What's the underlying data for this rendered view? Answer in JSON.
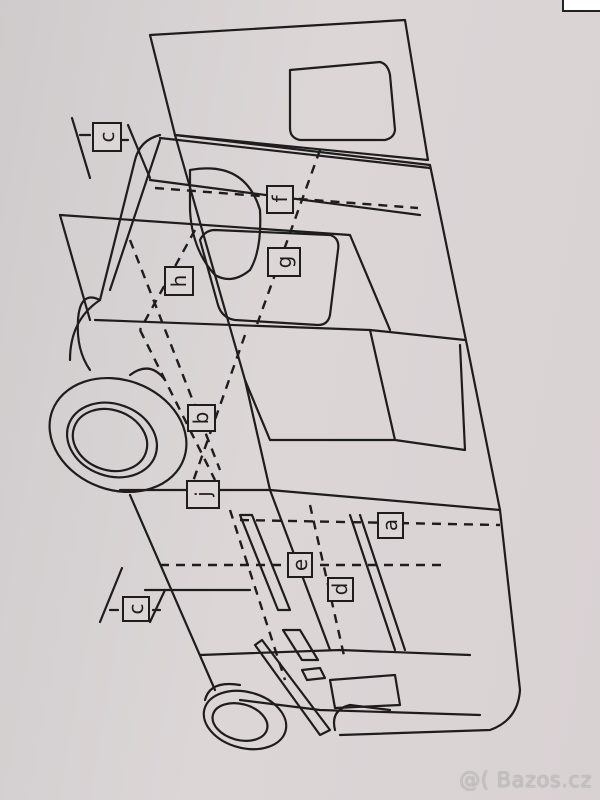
{
  "figure": {
    "subject": "camper van dimension diagram (rotated photo of printed page)",
    "labels": [
      {
        "id": "a",
        "text": "a"
      },
      {
        "id": "b",
        "text": "b"
      },
      {
        "id": "c_top",
        "text": "c"
      },
      {
        "id": "c_bottom",
        "text": "c"
      },
      {
        "id": "d",
        "text": "d"
      },
      {
        "id": "e",
        "text": "e"
      },
      {
        "id": "f",
        "text": "f"
      },
      {
        "id": "g",
        "text": "g"
      },
      {
        "id": "h",
        "text": "h"
      },
      {
        "id": "j",
        "text": "j"
      }
    ]
  },
  "watermark": {
    "text": "@( Bazos.cz"
  },
  "colors": {
    "paper": "#d9d3d3",
    "ink": "#1f1c1e"
  }
}
